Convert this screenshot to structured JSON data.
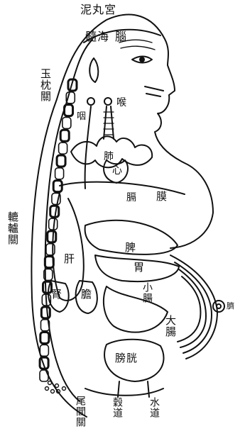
{
  "labels": {
    "niwan_gong": "泥丸宮",
    "suihai": "髓海",
    "nao": "腦",
    "yuzhen_guan": "玉枕關",
    "yan": "咽",
    "hou": "喉",
    "fei": "肺",
    "xin": "心",
    "ge": "膈",
    "mo": "膜",
    "lulu_guan": "轆轤關",
    "gan": "肝",
    "pi": "脾",
    "wei": "胃",
    "xiaochang": "小腸",
    "shen": "腎",
    "dan": "膽",
    "qi": "臍",
    "dachang": "大腸",
    "pangguang": "膀胱",
    "weilu_guan": "尾閭關",
    "gu_dao": "穀道",
    "shui_dao": "水道"
  },
  "colors": {
    "ink": "#111111",
    "paper": "#ffffff"
  }
}
